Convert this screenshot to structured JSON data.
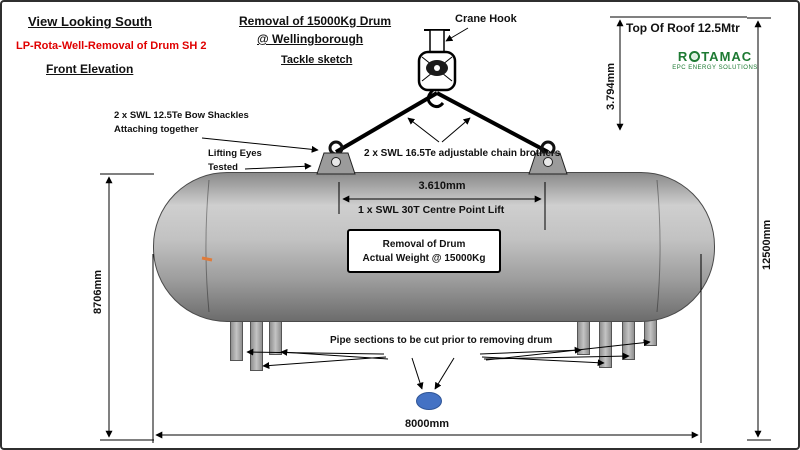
{
  "page": {
    "view_title": "View Looking South",
    "subtitle_red": "LP-Rota-Well-Removal of Drum SH 2",
    "elevation_title": "Front Elevation",
    "sketch_title_1": "Removal of 15000Kg Drum",
    "sketch_title_2": "@ Wellingborough",
    "sketch_title_3": "Tackle sketch",
    "crane_hook_label": "Crane Hook",
    "roof_label": "Top Of Roof 12.5Mtr"
  },
  "logo": {
    "part1": "R",
    "part2": "TAMAC",
    "subtitle": "EPC ENERGY SOLUTIONS"
  },
  "labels": {
    "bow_shackles_1": "2 x SWL 12.5Te Bow Shackles",
    "bow_shackles_2": "Attaching together",
    "lifting_eyes_1": "Lifting Eyes",
    "lifting_eyes_2": "Tested",
    "chain_brothers": "2 x SWL 16.5Te adjustable chain brothers",
    "centre_lift": "1 x SWL 30T Centre Point Lift",
    "drum_line_1": "Removal of Drum",
    "drum_line_2": "Actual Weight @ 15000Kg",
    "pipe_note": "Pipe sections to be cut prior to removing drum"
  },
  "dimensions": {
    "eye_span": "3.610mm",
    "hook_drop": "3.794mm",
    "drum_height": "8706mm",
    "overall_height": "12500mm",
    "overall_width": "8000mm"
  },
  "colors": {
    "accent_red": "#e00000",
    "logo_green": "#1e7a33",
    "marker_blue": "#4472c4",
    "drum_gray": "#a9a9a9"
  }
}
